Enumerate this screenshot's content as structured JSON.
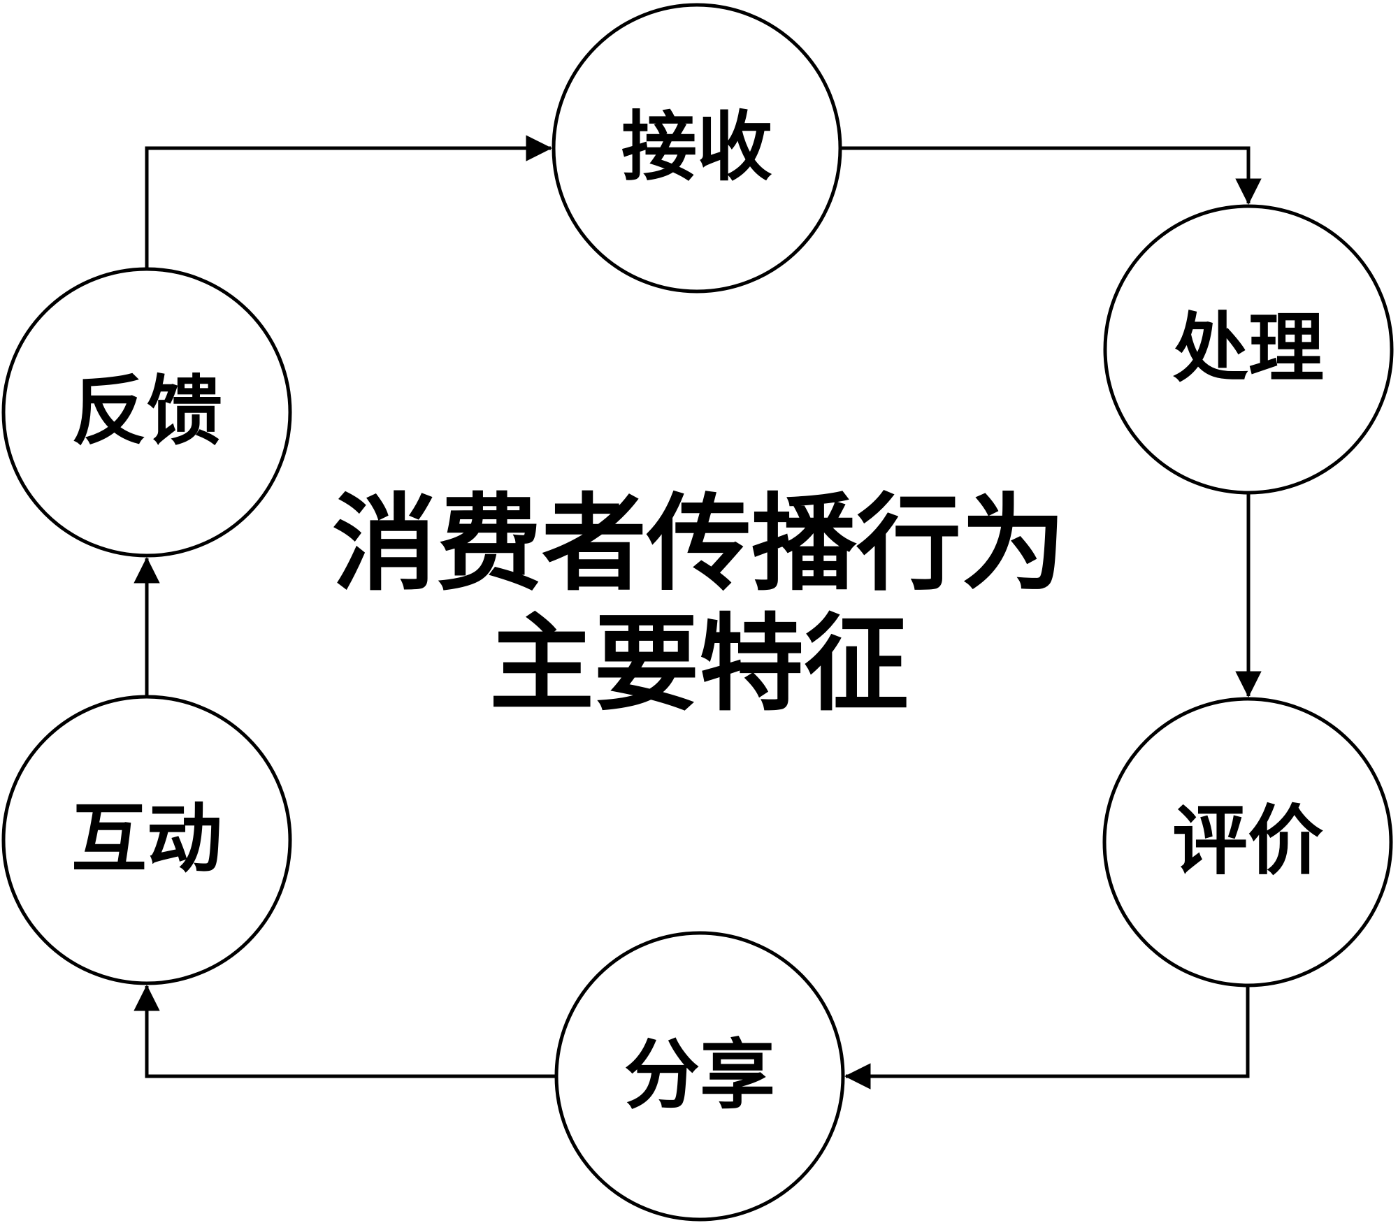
{
  "diagram": {
    "title": {
      "line1": "消费者传播行为",
      "line2": "主要特征"
    },
    "nodes": [
      {
        "id": "receive",
        "label": "接收"
      },
      {
        "id": "process",
        "label": "处理"
      },
      {
        "id": "evaluate",
        "label": "评价"
      },
      {
        "id": "share",
        "label": "分享"
      },
      {
        "id": "interact",
        "label": "互动"
      },
      {
        "id": "feedback",
        "label": "反馈"
      }
    ],
    "edges": [
      {
        "from": "反馈",
        "to": "接收"
      },
      {
        "from": "接收",
        "to": "处理"
      },
      {
        "from": "处理",
        "to": "评价"
      },
      {
        "from": "评价",
        "to": "分享"
      },
      {
        "from": "分享",
        "to": "互动"
      },
      {
        "from": "互动",
        "to": "反馈"
      }
    ],
    "colors": {
      "stroke": "#000000",
      "text": "#000000",
      "background": "#ffffff"
    }
  }
}
